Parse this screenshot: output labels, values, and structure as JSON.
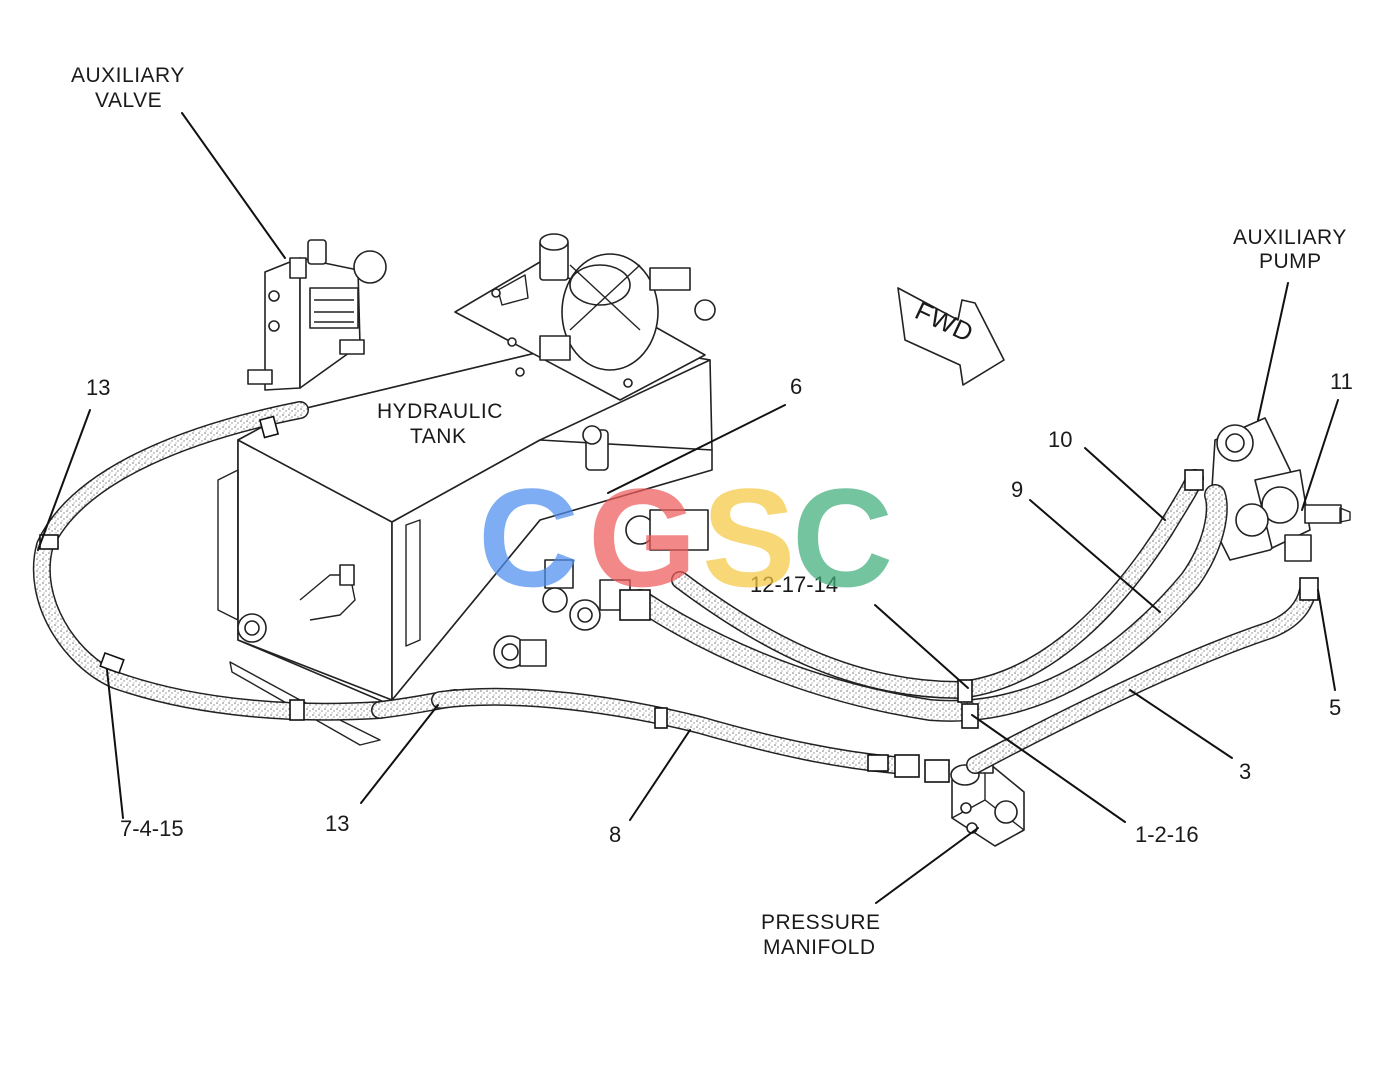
{
  "labels": {
    "auxiliary_valve": [
      "AUXILIARY",
      "VALVE"
    ],
    "hydraulic_tank": [
      "HYDRAULIC",
      "TANK"
    ],
    "auxiliary_pump": [
      "AUXILIARY",
      "PUMP"
    ],
    "pressure_manifold": [
      "PRESSURE",
      "MANIFOLD"
    ],
    "fwd_arrow": "FWD"
  },
  "callouts": {
    "c13_left": "13",
    "c13_bottom": "13",
    "c6": "6",
    "c10": "10",
    "c9": "9",
    "c11": "11",
    "c12_17_14": "12-17-14",
    "c5": "5",
    "c3": "3",
    "c1_2_16": "1-2-16",
    "c8": "8",
    "c7_4_15": "7-4-15"
  },
  "watermark": {
    "letters": [
      "C",
      "G",
      "S",
      "C"
    ],
    "colors": [
      "#4f8ef0",
      "#ef5b5b",
      "#f5c842",
      "#3fae7c"
    ]
  }
}
